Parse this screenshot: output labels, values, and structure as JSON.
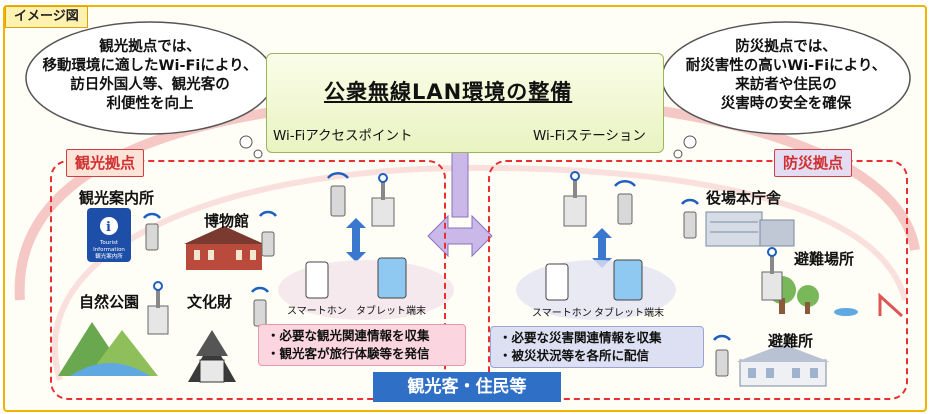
{
  "tag": "イメージ図",
  "bubble_left": {
    "lines": [
      "観光拠点では、",
      "移動環境に適したWi-Fiにより、",
      "訪日外国人等、観光客の",
      "利便性を向上"
    ]
  },
  "bubble_right": {
    "lines": [
      "防災拠点では、",
      "耐災害性の高いWi-Fiにより、",
      "来訪者や住民の",
      "災害時の安全を確保"
    ]
  },
  "banner": {
    "title": "公衆無線LAN環境の整備",
    "access_point_label": "Wi-Fiアクセスポイント",
    "station_label": "Wi-Fiステーション"
  },
  "tourism": {
    "label": "観光拠点",
    "places": [
      "観光案内所",
      "博物館",
      "自然公園",
      "文化財"
    ],
    "tourist_sign": [
      "Tourist",
      "Information",
      "観光案内所"
    ],
    "device_labels": [
      "スマートホン",
      "タブレット端末"
    ],
    "info_lines": [
      "・必要な観光関連情報を収集",
      "・観光客が旅行体験等を発信"
    ]
  },
  "disaster": {
    "label": "防災拠点",
    "places": [
      "役場本庁舎",
      "避難場所",
      "避難所"
    ],
    "device_labels": [
      "スマートホン",
      "タブレット端末"
    ],
    "info_lines": [
      "・必要な災害関連情報を収集",
      "・被災状況等を各所に配信"
    ]
  },
  "footer": "観光客・住民等",
  "colors": {
    "frame": "#f0b400",
    "zone_border": "#e83030",
    "tourism_label_bg": "#fde3d8",
    "disaster_label_bg": "#e3dcf2",
    "footer_bg": "#2f6fc6",
    "arrow_fill": "#c9b8e8",
    "wifi_blue": "#1f5fbf",
    "swoosh": "#f2b4b4"
  }
}
